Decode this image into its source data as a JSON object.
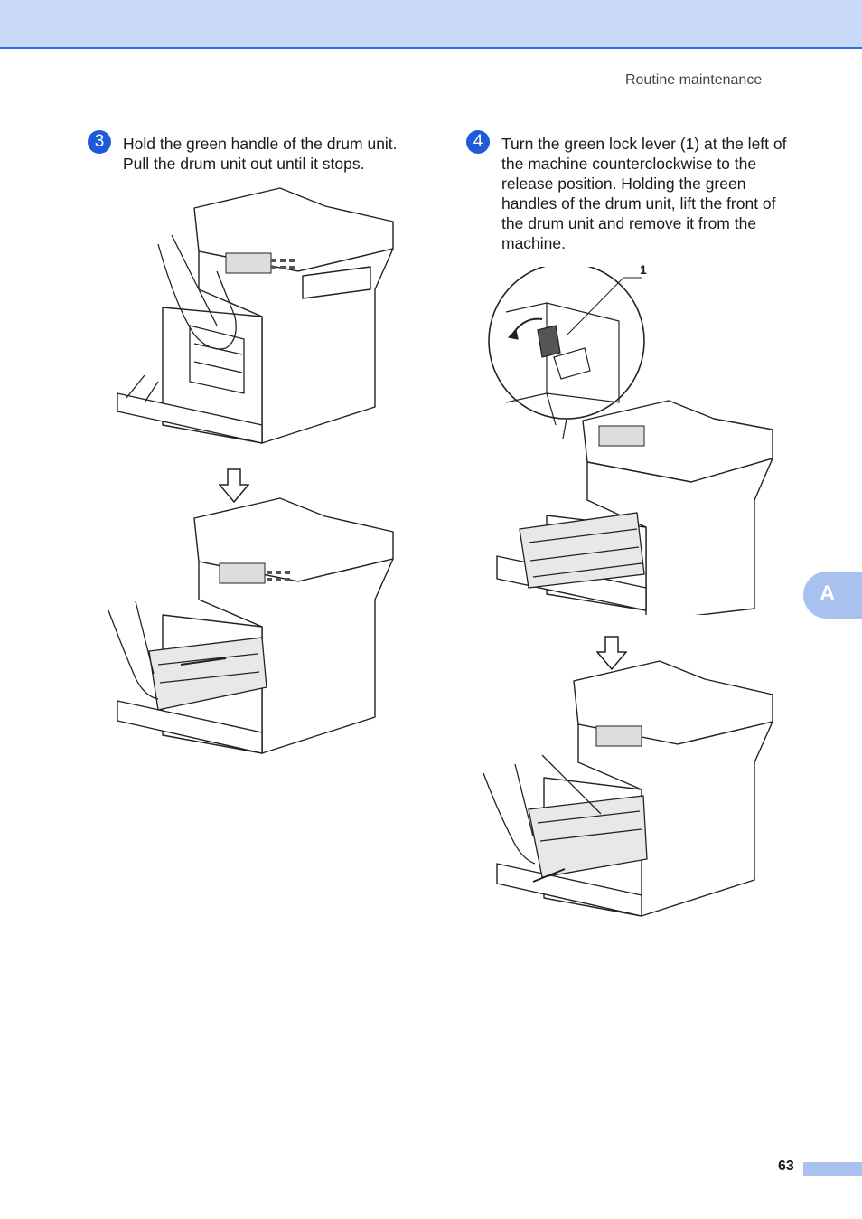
{
  "header": {
    "section_title": "Routine maintenance"
  },
  "steps": [
    {
      "number": "3",
      "lines": [
        "Hold the green handle of the drum unit.",
        "Pull the drum unit out until it stops."
      ]
    },
    {
      "number": "4",
      "lines": [
        "Turn the green lock lever (1) at the left of",
        "the machine counterclockwise to the",
        "release position. Holding the green",
        "handles of the drum unit, lift the front of",
        "the drum unit and remove it from the",
        "machine."
      ]
    }
  ],
  "callout": {
    "label": "1"
  },
  "side_tab": {
    "label": "A"
  },
  "footer": {
    "page_number": "63"
  },
  "colors": {
    "accent_blue": "#1f5bd8",
    "band_blue": "#c9daf8",
    "tab_blue": "#a9c1ef"
  }
}
